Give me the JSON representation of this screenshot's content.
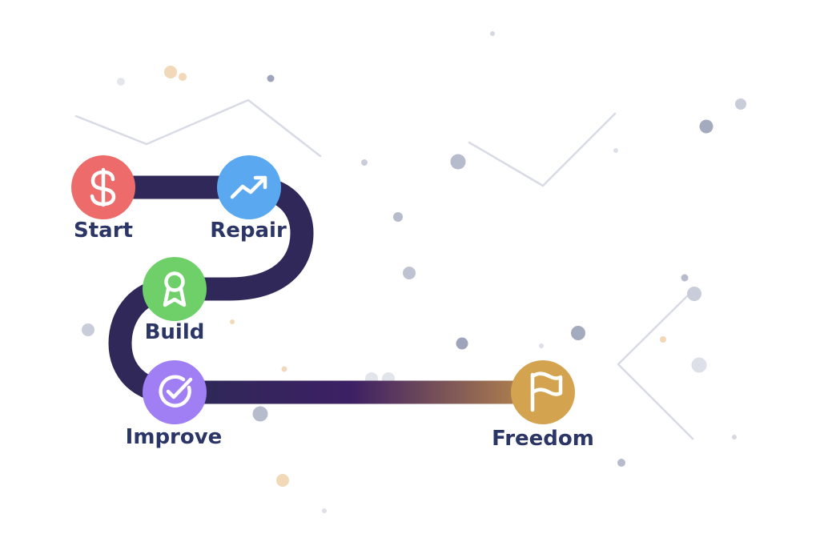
{
  "steps": [
    {
      "id": "start",
      "label": "Start",
      "icon": "dollar-icon",
      "color": "#ee6b6b"
    },
    {
      "id": "repair",
      "label": "Repair",
      "icon": "trending-up-icon",
      "color": "#5aa9f0"
    },
    {
      "id": "build",
      "label": "Build",
      "icon": "award-ribbon-icon",
      "color": "#6fd06a"
    },
    {
      "id": "improve",
      "label": "Improve",
      "icon": "check-circle-icon",
      "color": "#a07ef4"
    },
    {
      "id": "freedom",
      "label": "Freedom",
      "icon": "flag-icon",
      "color": "#d4a34f"
    }
  ],
  "path_colors": {
    "dark": "#2f2858",
    "purple": "#3b1f66",
    "end": "#c99548"
  },
  "decoration_colors": {
    "dot_gray": "#b7bccd",
    "dot_dark": "#9ea4b9",
    "dot_light": "#dde0e8",
    "dot_peach": "#f0d8b8",
    "line": "#d8dbe6"
  }
}
